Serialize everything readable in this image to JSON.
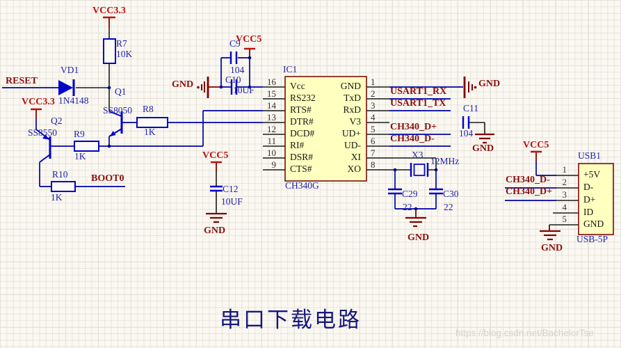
{
  "title": "串口下载电路",
  "watermark": "https://blog.csdn.net/BachelorTse",
  "colors": {
    "background": "#faf8f1",
    "wire_blue": "#0000a8",
    "component_blue": "#0000c8",
    "label_blue": "#2323a8",
    "power_red": "#bb1111",
    "net_dark_red": "#8b0f0f",
    "symbol_maroon": "#800000",
    "ic_fill": "#ffffc0",
    "ic_border": "#7a0d0d",
    "title_navy": "#17177e"
  },
  "power": {
    "vcc33": "VCC3.3",
    "vcc5": "VCC5",
    "gnd": "GND"
  },
  "nets": {
    "reset": "RESET",
    "boot0": "BOOT0",
    "usart_rx": "USART1_RX",
    "usart_tx": "USART1_TX",
    "ch340_dp": "CH340_D+",
    "ch340_dm": "CH340_D-"
  },
  "components": {
    "r7": {
      "ref": "R7",
      "value": "10K"
    },
    "r8": {
      "ref": "R8",
      "value": "1K"
    },
    "r9": {
      "ref": "R9",
      "value": "1K"
    },
    "r10": {
      "ref": "R10",
      "value": "1K"
    },
    "vd1": {
      "ref": "VD1",
      "value": "1N4148"
    },
    "q1": {
      "ref": "Q1",
      "value": "SS8050"
    },
    "q2": {
      "ref": "Q2",
      "value": "SS8550"
    },
    "c9": {
      "ref": "C9",
      "value": "104"
    },
    "c10": {
      "ref": "C10",
      "value": "10UF"
    },
    "c11": {
      "ref": "C11",
      "value": "104"
    },
    "c12": {
      "ref": "C12",
      "value": "10UF"
    },
    "c29": {
      "ref": "C29",
      "value": "22"
    },
    "c30": {
      "ref": "C30",
      "value": "22"
    },
    "x3": {
      "ref": "X3",
      "value": "12MHz"
    }
  },
  "ic1": {
    "ref": "IC1",
    "part": "CH340G",
    "left_pins": [
      {
        "num": "16",
        "name": "Vcc"
      },
      {
        "num": "15",
        "name": "RS232"
      },
      {
        "num": "14",
        "name": "RTS#"
      },
      {
        "num": "13",
        "name": "DTR#"
      },
      {
        "num": "12",
        "name": "DCD#"
      },
      {
        "num": "11",
        "name": "RI#"
      },
      {
        "num": "10",
        "name": "DSR#"
      },
      {
        "num": "9",
        "name": "CTS#"
      }
    ],
    "right_pins": [
      {
        "num": "1",
        "name": "GND"
      },
      {
        "num": "2",
        "name": "TxD"
      },
      {
        "num": "3",
        "name": "RxD"
      },
      {
        "num": "4",
        "name": "V3"
      },
      {
        "num": "5",
        "name": "UD+"
      },
      {
        "num": "6",
        "name": "UD-"
      },
      {
        "num": "7",
        "name": "XI"
      },
      {
        "num": "8",
        "name": "XO"
      }
    ]
  },
  "usb1": {
    "ref": "USB1",
    "part": "USB-5P",
    "pins": [
      {
        "num": "1",
        "name": "+5V"
      },
      {
        "num": "2",
        "name": "D-"
      },
      {
        "num": "3",
        "name": "D+"
      },
      {
        "num": "4",
        "name": "ID"
      },
      {
        "num": "5",
        "name": "GND"
      }
    ]
  }
}
